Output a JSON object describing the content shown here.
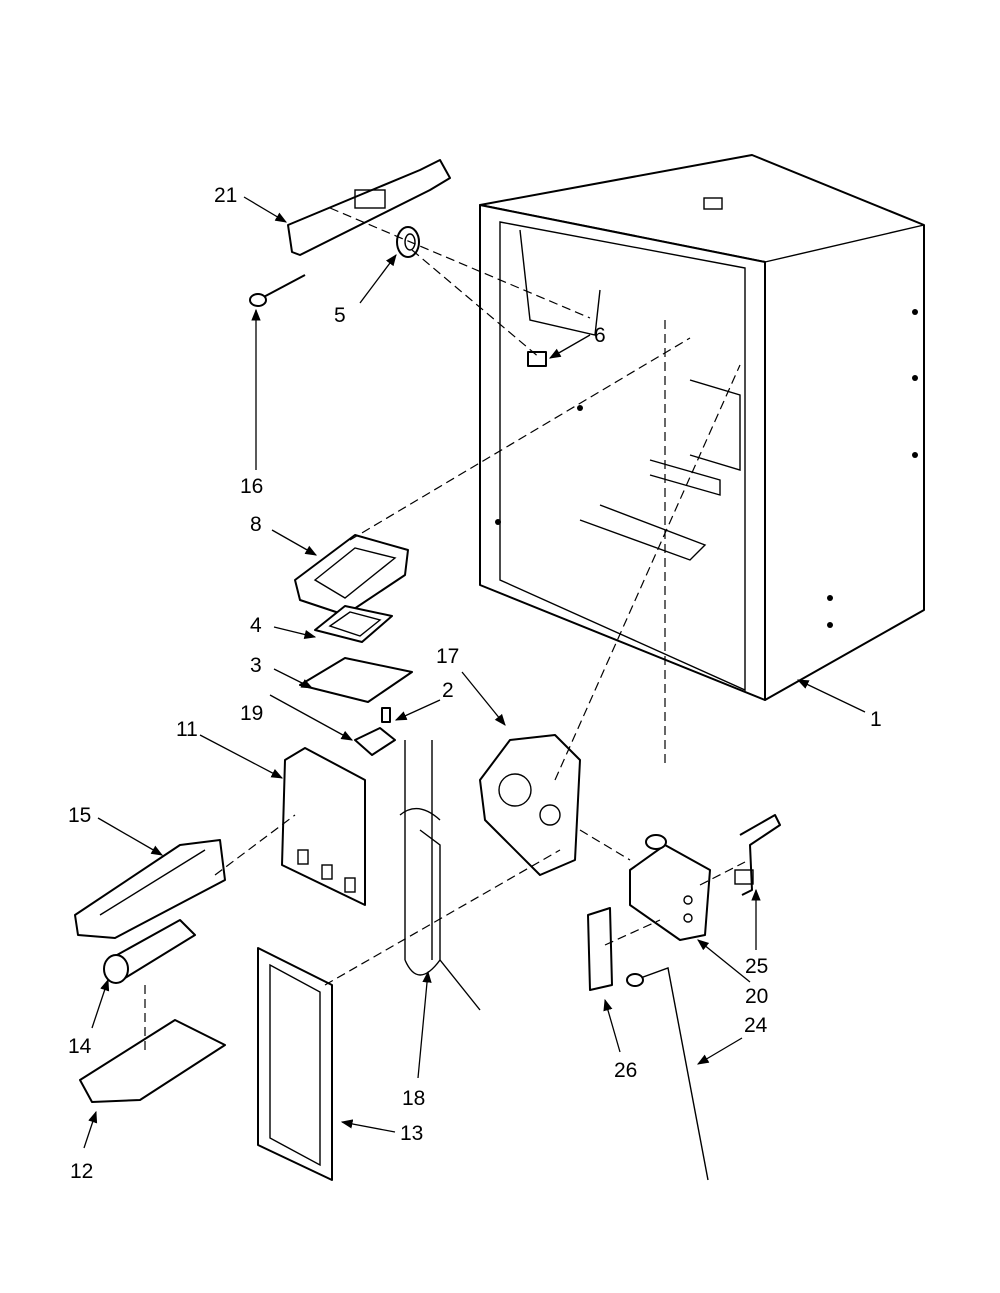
{
  "diagram": {
    "callouts": {
      "c1": "1",
      "c2": "2",
      "c3": "3",
      "c4": "4",
      "c5": "5",
      "c6": "6",
      "c8": "8",
      "c11": "11",
      "c12": "12",
      "c13": "13",
      "c14": "14",
      "c15": "15",
      "c16": "16",
      "c17": "17",
      "c18": "18",
      "c19": "19",
      "c20": "20",
      "c21": "21",
      "c24": "24",
      "c25": "25",
      "c26": "26"
    }
  }
}
